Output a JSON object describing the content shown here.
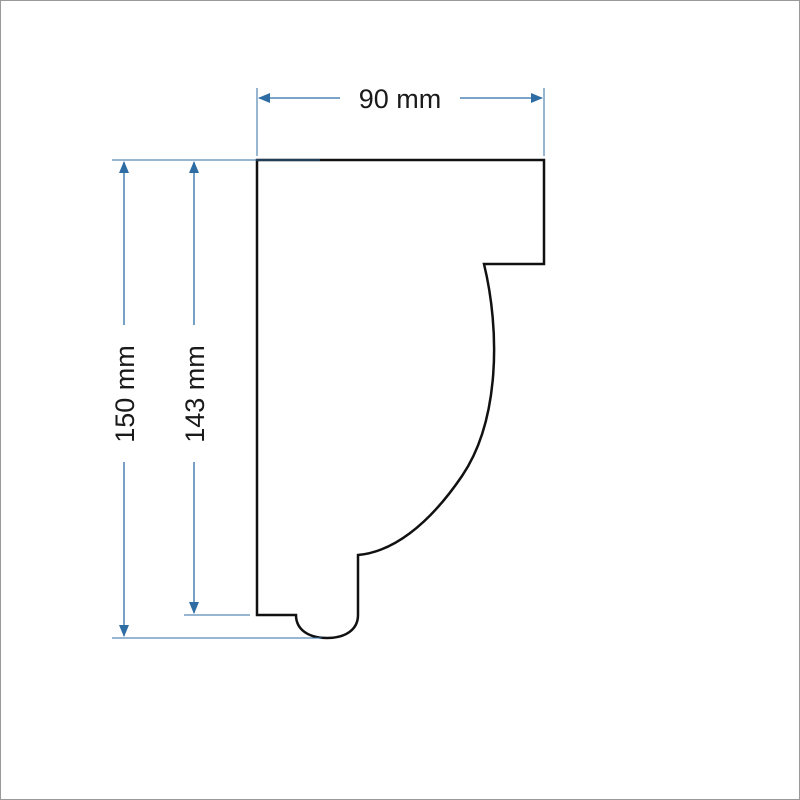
{
  "dimensions": {
    "width": "90 mm",
    "total_height": "150 mm",
    "body_height": "143 mm"
  },
  "colors": {
    "profile_stroke": "#111111",
    "dimension_line": "#2e6da4",
    "dimension_text": "#1a1a1a",
    "frame_border": "#9a9a9a",
    "background": "#ffffff"
  }
}
